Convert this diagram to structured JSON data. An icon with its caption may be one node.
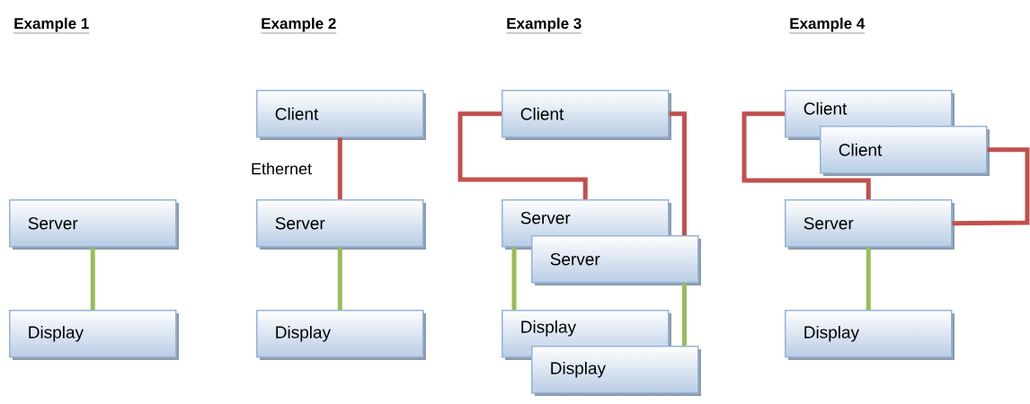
{
  "diagram": {
    "nodes": [
      {
        "text": [
          "Server"
        ]
      },
      {
        "text": [
          "Display"
        ]
      },
      {
        "text": [
          "Client"
        ]
      },
      {
        "text": [
          "Server"
        ]
      },
      {
        "text": [
          "Display"
        ]
      },
      {
        "text": [
          "Client"
        ]
      },
      {
        "text": [
          "Server"
        ]
      },
      {
        "text": [
          "Server"
        ]
      },
      {
        "text": [
          "Display"
        ]
      },
      {
        "text": [
          "Display"
        ]
      },
      {
        "text": [
          "Client"
        ]
      },
      {
        "text": [
          "Client"
        ]
      },
      {
        "text": [
          "Server"
        ]
      },
      {
        "text": [
          "Display"
        ]
      }
    ],
    "edges": [
      {
        "from": 0,
        "to": 1,
        "arrow": "none"
      },
      {
        "from": 2,
        "to": 3,
        "arrow": "none",
        "label": "Ethernet",
        "color": "#c0504d"
      },
      {
        "from": 3,
        "to": 4,
        "arrow": "none"
      },
      {
        "from": 5,
        "to": 6,
        "arrow": "none",
        "color": "#c0504d"
      },
      {
        "from": 5,
        "to": 7,
        "arrow": "none",
        "color": "#c0504d"
      },
      {
        "from": 6,
        "to": 8,
        "arrow": "none"
      },
      {
        "from": 7,
        "to": 9,
        "arrow": "none"
      },
      {
        "from": 10,
        "to": 12,
        "arrow": "none",
        "color": "#c0504d"
      },
      {
        "from": 11,
        "to": 12,
        "arrow": "none",
        "color": "#c0504d"
      },
      {
        "from": 12,
        "to": 13,
        "arrow": "none"
      }
    ],
    "labels": [
      "Example 1",
      "Example 2",
      "Example 3",
      "Example 4"
    ]
  }
}
